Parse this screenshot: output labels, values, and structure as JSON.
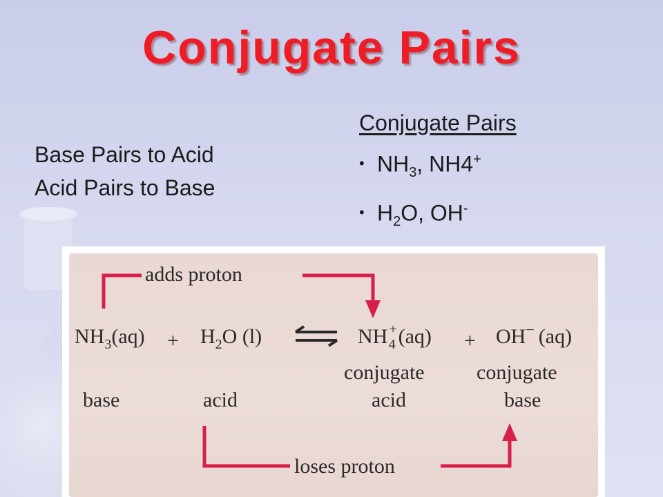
{
  "slide": {
    "title": "Conjugate Pairs",
    "left_lines": [
      "Base Pairs to Acid",
      "Acid Pairs to Base"
    ],
    "right_heading": "Conjugate Pairs",
    "bullets": [
      {
        "pre": "NH",
        "sub": "3",
        "mid": ", NH4",
        "sup": "+"
      },
      {
        "pre": "H",
        "sub": "2",
        "mid": "O, OH",
        "sup": "-"
      }
    ],
    "bullet_symbol": "•"
  },
  "diagram": {
    "top_caption": "adds proton",
    "bottom_caption": "loses proton",
    "plus": "+",
    "species": [
      {
        "main": "NH",
        "sub": "3",
        "tail": "(aq)"
      },
      {
        "main": "H",
        "sub": "2",
        "tail": "O (l)"
      },
      {
        "main": "NH",
        "sup": "+",
        "sub": "4",
        "tail": "(aq)"
      },
      {
        "main": "OH",
        "sup": "−",
        "tail": "(aq)"
      }
    ],
    "labels": [
      "base",
      "acid",
      "conjugate",
      "acid",
      "conjugate",
      "base"
    ],
    "colors": {
      "arrow": "#d62049",
      "title": "#ee1c24"
    }
  }
}
